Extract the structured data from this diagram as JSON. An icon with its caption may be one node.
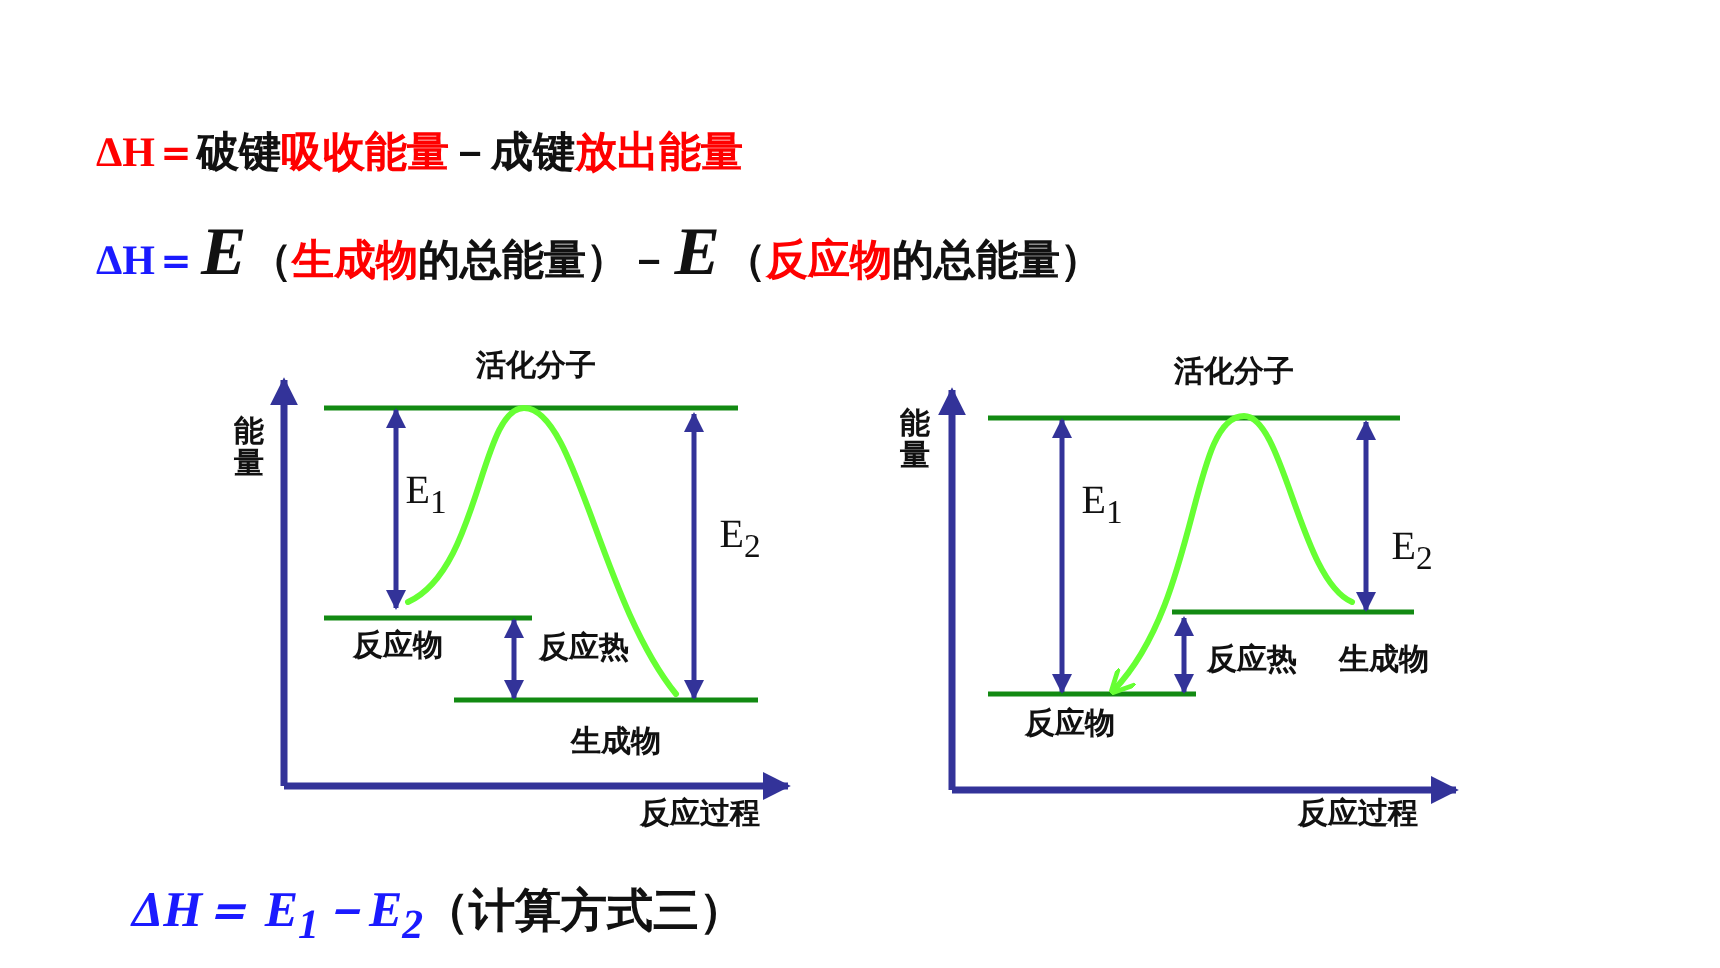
{
  "diagram": {
    "labels": [
      "ΔH＝",
      "破键",
      "吸收能量",
      "－成键",
      "放出能量",
      "ΔH＝",
      "E",
      "（",
      "生成物",
      "的总能量）－",
      "E",
      "（",
      "反应物",
      "的总能量）",
      "活化分子",
      "能量",
      "E$_{1}$",
      "E$_{2}$",
      "反应物",
      "反应热",
      "生成物",
      "反应过程",
      "活化分子",
      "能量",
      "E$_{1}$",
      "E$_{2}$",
      "反应热",
      "生成物",
      "反应物",
      "反应过程",
      "ΔH＝ E$_{1}$－E$_{2}$",
      "（计算方式三）"
    ]
  }
}
